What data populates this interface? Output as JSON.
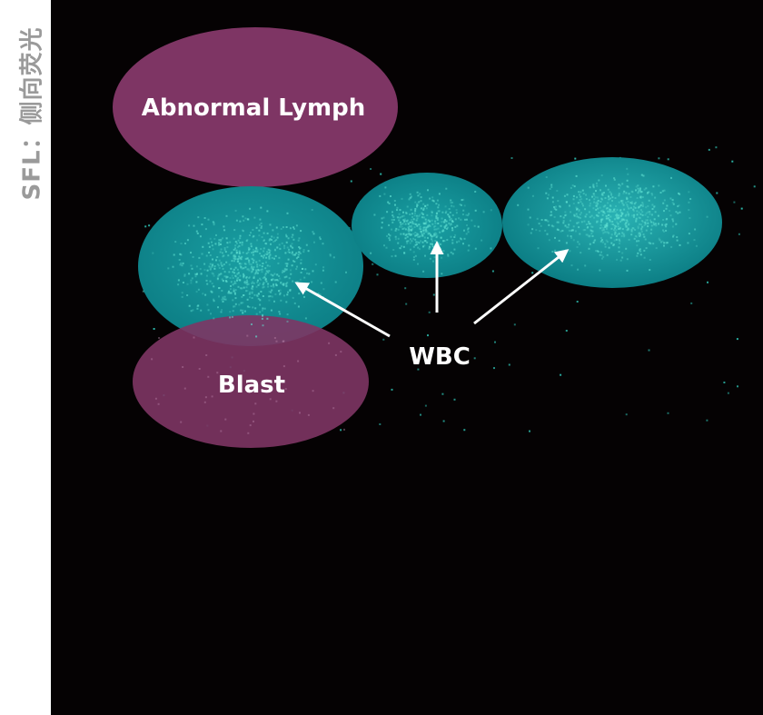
{
  "y_axis_label": "SFL：侧向荧光",
  "regions": {
    "abnormal_lymph": "Abnormal Lymph",
    "blast": "Blast",
    "wbc": "WBC"
  },
  "colors": {
    "background": "#050203",
    "cluster": "#10989c",
    "dots": "#2fc7b8",
    "region": "#7e3564",
    "arrow": "#ffffff",
    "axis_label": "#9a9a9a"
  }
}
